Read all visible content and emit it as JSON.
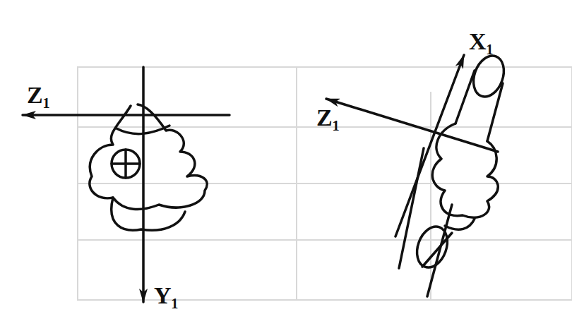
{
  "diagram": {
    "labels": [
      "Z₁",
      "Y₁",
      "Z₁",
      "X₁"
    ]
  }
}
